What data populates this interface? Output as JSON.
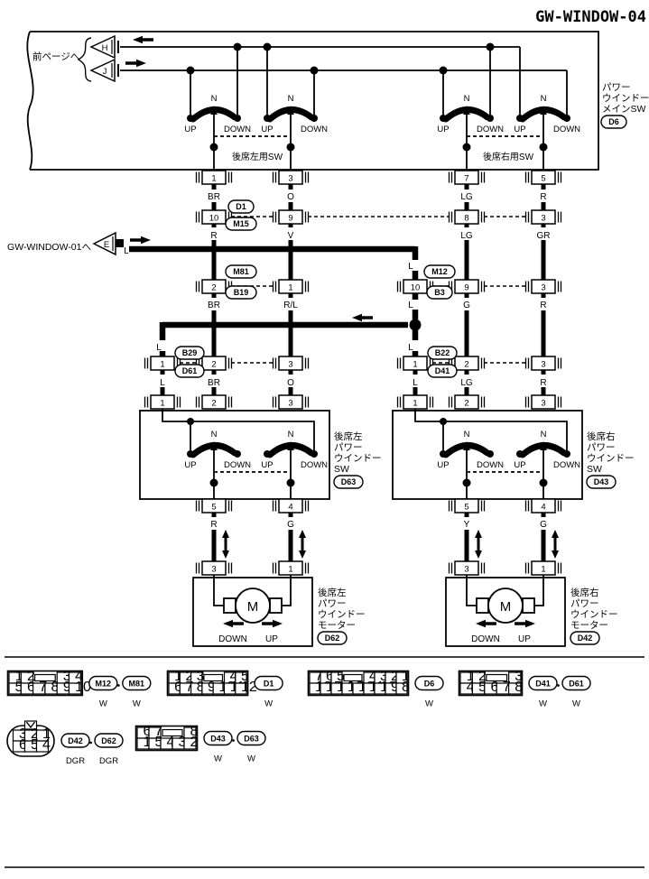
{
  "title": "GW-WINDOW-04",
  "page_ref": {
    "label": "前ページへ",
    "h": "H",
    "j": "J"
  },
  "gw01": {
    "label": "GW-WINDOW-01へ",
    "tri": "E",
    "wire": "L"
  },
  "main_sw": {
    "name_lines": [
      "パワー",
      "ウインドー",
      "メインSW"
    ],
    "ref": "D6",
    "left_pair": "後席左用SW",
    "right_pair": "後席右用SW"
  },
  "sw_common": {
    "n": "N",
    "up": "UP",
    "down": "DOWN"
  },
  "pins_main": [
    "1",
    "3",
    "7",
    "5"
  ],
  "wires1": [
    "BR",
    "O",
    "LG",
    "R"
  ],
  "joint1": {
    "refs": [
      "D1",
      "M15"
    ],
    "pins": [
      "10",
      "9",
      "8",
      "3"
    ]
  },
  "wires2": [
    "R",
    "V",
    "LG",
    "GR"
  ],
  "joint2L": {
    "refs": [
      "M81",
      "B19"
    ],
    "pins": [
      "2",
      "1"
    ]
  },
  "joint2R": {
    "refs": [
      "M12",
      "B3"
    ],
    "pins": [
      "10",
      "9",
      "3"
    ],
    "wire_above": "L",
    "wire_below": "L"
  },
  "wires3": [
    "BR",
    "R/L",
    "G",
    "R"
  ],
  "lwire": "L",
  "jointBL": {
    "refs": [
      "B29",
      "D61"
    ],
    "pins": [
      "1",
      "2",
      "3"
    ]
  },
  "jointBR": {
    "refs": [
      "B22",
      "D41"
    ],
    "pins": [
      "1",
      "2",
      "3"
    ]
  },
  "wires4L": [
    "L",
    "BR",
    "O"
  ],
  "wires4R": [
    "L",
    "LG",
    "R"
  ],
  "swL": {
    "pins_top": [
      "1",
      "2",
      "3"
    ],
    "pins_bottom": [
      "5",
      "4"
    ],
    "name_lines": [
      "後席左",
      "パワー",
      "ウインドー",
      "SW"
    ],
    "ref": "D63"
  },
  "swR": {
    "pins_top": [
      "1",
      "2",
      "3"
    ],
    "pins_bottom": [
      "5",
      "4"
    ],
    "name_lines": [
      "後席右",
      "パワー",
      "ウインドー",
      "SW"
    ],
    "ref": "D43"
  },
  "wires5L": [
    "R",
    "G"
  ],
  "wires5R": [
    "Y",
    "G"
  ],
  "motorL": {
    "pins": [
      "3",
      "1"
    ],
    "m": "M",
    "down": "DOWN",
    "up": "UP",
    "name_lines": [
      "後席左",
      "パワー",
      "ウインドー",
      "モーター"
    ],
    "ref": "D62"
  },
  "motorR": {
    "pins": [
      "3",
      "1"
    ],
    "m": "M",
    "down": "DOWN",
    "up": "UP",
    "name_lines": [
      "後席右",
      "パワー",
      "ウインドー",
      "モーター"
    ],
    "ref": "D42"
  },
  "bottom_connectors": [
    {
      "top": [
        "1",
        "2",
        "|",
        "3",
        "4"
      ],
      "bottom": [
        "5",
        "6",
        "7",
        "8",
        "9",
        "10"
      ],
      "refs": [
        "M12",
        "M81"
      ],
      "colors": [
        "W",
        "W"
      ]
    },
    {
      "top": [
        "1",
        "2",
        "3",
        "|",
        "4",
        "5"
      ],
      "bottom": [
        "6",
        "7",
        "8",
        "9",
        "10",
        "11",
        "12"
      ],
      "refs": [
        "D1"
      ],
      "colors": [
        "W"
      ]
    },
    {
      "top": [
        "7",
        "6",
        "5",
        "|",
        "4",
        "3",
        "2",
        "1"
      ],
      "bottom": [
        "16",
        "15",
        "14",
        "13",
        "12",
        "11",
        "10",
        "9",
        "8"
      ],
      "refs": [
        "D6"
      ],
      "colors": [
        "W"
      ]
    },
    {
      "top": [
        "1",
        "2",
        "|",
        "3"
      ],
      "bottom": [
        "4",
        "5",
        "6",
        "7",
        "8"
      ],
      "refs": [
        "D41",
        "D61"
      ],
      "colors": [
        "W",
        "W"
      ]
    },
    {
      "shape": "oval",
      "top": [
        "3",
        "2",
        "1"
      ],
      "bottom": [
        "6",
        "5",
        "4"
      ],
      "refs": [
        "D42",
        "D62"
      ],
      "colors": [
        "DGR",
        "DGR"
      ]
    },
    {
      "top": [
        "6",
        "7",
        "|",
        "8"
      ],
      "bottom": [
        "1",
        "5",
        "4",
        "3",
        "2"
      ],
      "refs": [
        "D43",
        "D63"
      ],
      "colors": [
        "W",
        "W"
      ]
    }
  ]
}
